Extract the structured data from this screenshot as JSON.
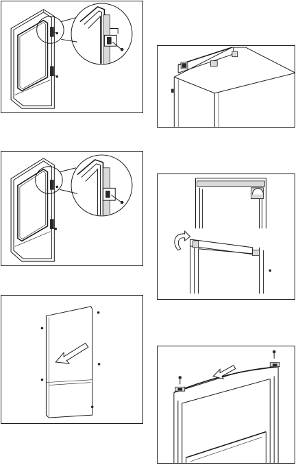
{
  "figures": [
    {
      "id": "remove-hinge-screws",
      "label": ""
    },
    {
      "id": "remove-handle-side",
      "label": ""
    },
    {
      "id": "door-reassembly",
      "label": ""
    },
    {
      "id": "cabinet-top-hinge",
      "label": ""
    },
    {
      "id": "cover-rotation",
      "label": ""
    },
    {
      "id": "refit-top-hinge",
      "label": ""
    }
  ],
  "colors": {
    "line": "#1a1a1a",
    "shade": "#d9d9d9",
    "background": "#ffffff"
  },
  "icons": [
    "screw-icon",
    "direction-arrow-icon",
    "rotation-arrow-icon",
    "magnifier-circle-icon"
  ]
}
